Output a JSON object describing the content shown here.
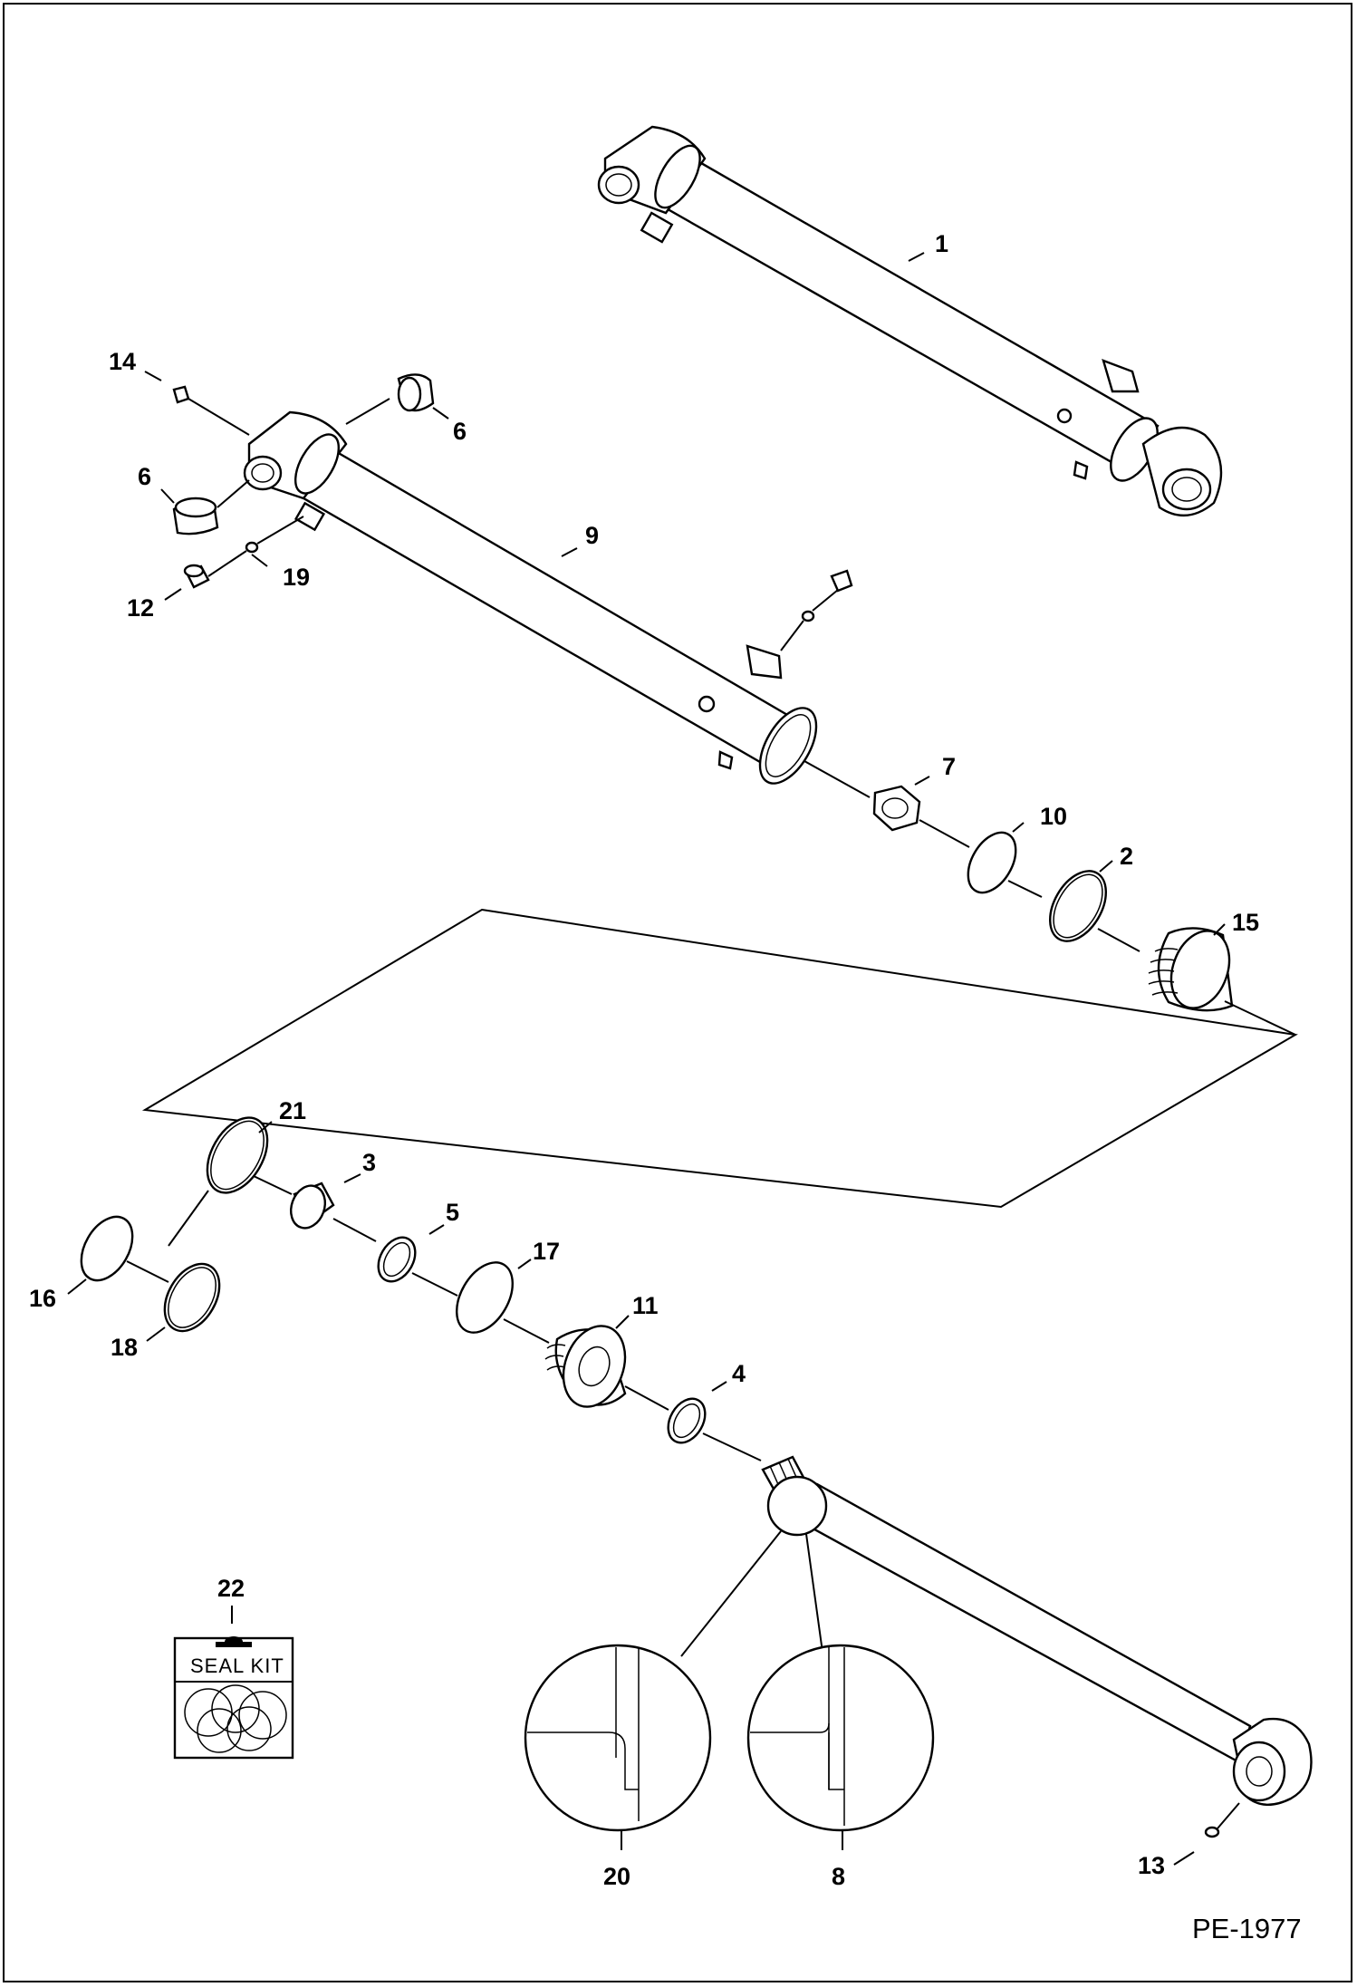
{
  "diagram": {
    "plate_number": "PE-1977",
    "seal_kit": {
      "number": "22",
      "label": "SEAL KIT"
    },
    "callouts": {
      "c1": "1",
      "c2": "2",
      "c3": "3",
      "c4": "4",
      "c5": "5",
      "c6a": "6",
      "c6b": "6",
      "c7": "7",
      "c8": "8",
      "c9": "9",
      "c10": "10",
      "c11": "11",
      "c12": "12",
      "c13": "13",
      "c14": "14",
      "c15": "15",
      "c16": "16",
      "c17": "17",
      "c18": "18",
      "c19": "19",
      "c20": "20",
      "c21": "21"
    }
  }
}
